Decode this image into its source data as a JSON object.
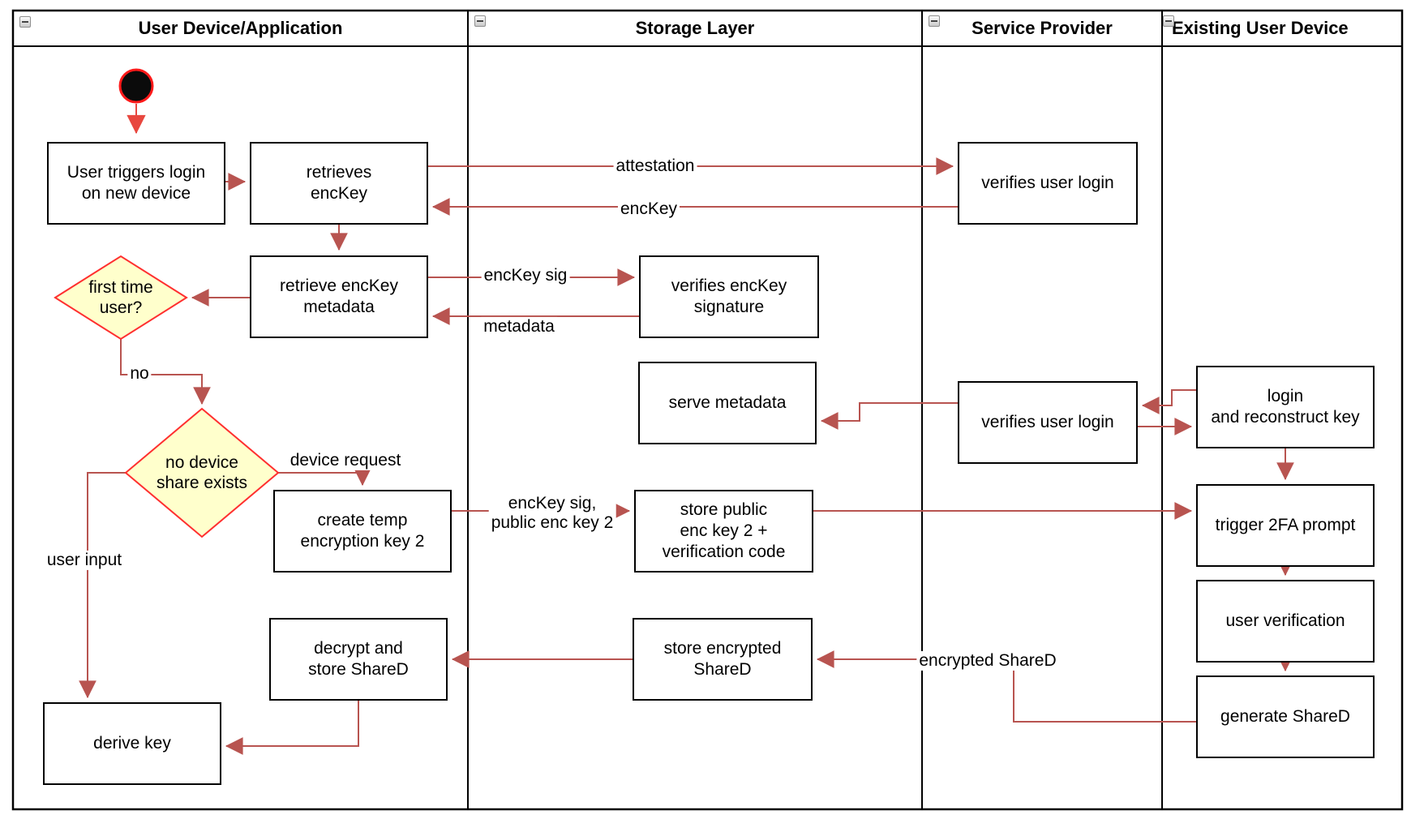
{
  "diagram": {
    "lanes": [
      {
        "title": "User Device/Application"
      },
      {
        "title": "Storage Layer"
      },
      {
        "title": "Service Provider"
      },
      {
        "title": "Existing User Device"
      }
    ],
    "nodes": {
      "user_triggers_login": "User triggers login\non new device",
      "retrieves_enckey": "retrieves\nencKey",
      "verifies_user_login_1": "verifies user login",
      "retrieve_enckey_metadata": "retrieve encKey\nmetadata",
      "verifies_enckey_signature": "verifies encKey\nsignature",
      "first_time_user": "first time\nuser?",
      "serve_metadata": "serve metadata",
      "verifies_user_login_2": "verifies user login",
      "login_and_reconstruct_key": "login\nand reconstruct key",
      "no_device_share_exists": "no device\nshare exists",
      "create_temp_encryption_key_2": "create temp\nencryption key 2",
      "store_public_enc_key_2": "store public\nenc key 2 +\nverification code",
      "trigger_2fa_prompt": "trigger 2FA prompt",
      "user_verification": "user verification",
      "store_encrypted_shared": "store encrypted\nShareD",
      "decrypt_and_store_shared": "decrypt and\nstore ShareD",
      "generate_shared": "generate ShareD",
      "derive_key": "derive key"
    },
    "edge_labels": {
      "attestation": "attestation",
      "enckey": "encKey",
      "enckey_sig": "encKey sig",
      "metadata": "metadata",
      "no": "no",
      "device_request": "device request",
      "user_input": "user input",
      "enckey_sig_public": "encKey sig,\npublic enc key 2",
      "encrypted_shared": "encrypted ShareD"
    },
    "colors": {
      "edge": "#B85450",
      "start_edge": "#E8473F",
      "decision_fill": "#FFFFCC",
      "decision_stroke": "#FF2F2F",
      "node_stroke": "#000000",
      "node_fill": "#FFFFFF"
    }
  }
}
